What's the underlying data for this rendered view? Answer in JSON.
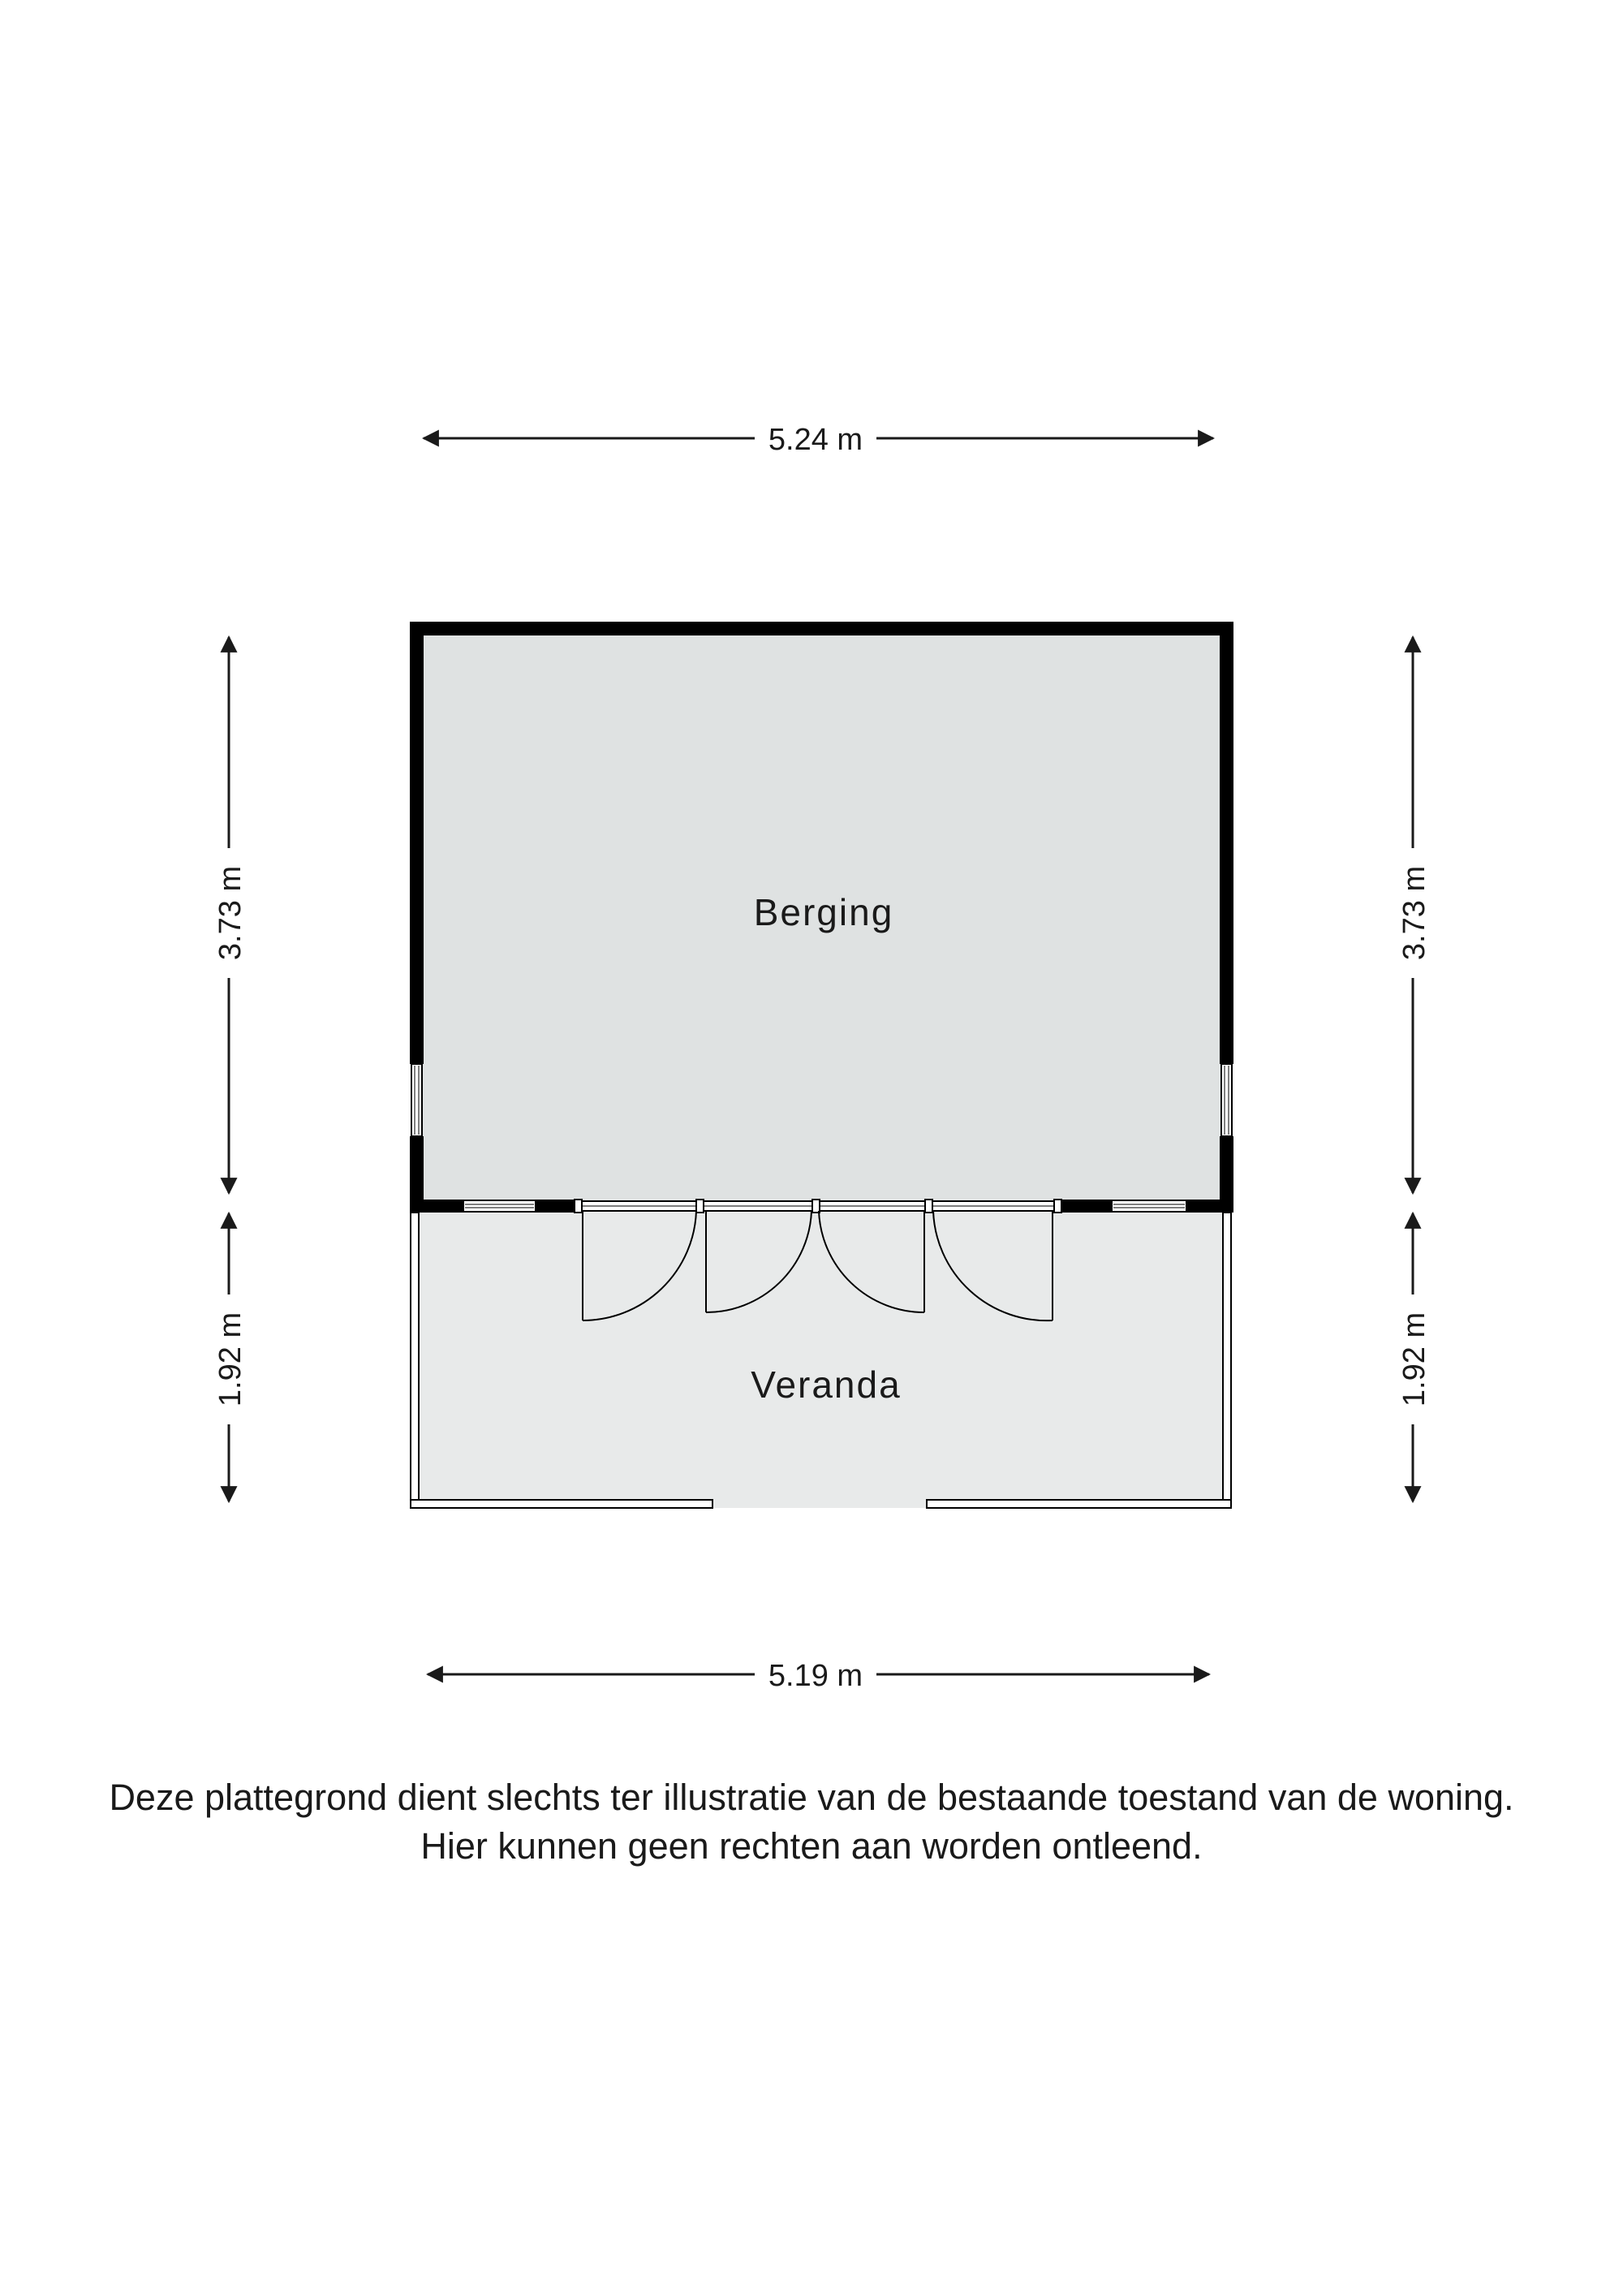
{
  "rooms": {
    "berging": "Berging",
    "veranda": "Veranda"
  },
  "dimensions": {
    "top_width": "5.24 m",
    "bottom_width": "5.19 m",
    "left_upper_height": "3.73 m",
    "left_lower_height": "1.92 m",
    "right_upper_height": "3.73 m",
    "right_lower_height": "1.92 m"
  },
  "disclaimer": {
    "line1": "Deze plattegrond dient slechts ter illustratie van de bestaande toestand van de woning.",
    "line2": "Hier kunnen geen rechten aan worden ontleend."
  },
  "colors": {
    "berging_fill": "#dfe2e2",
    "veranda_fill": "#e8eaea",
    "wall": "#000000",
    "dimension_line": "#1a1a1a"
  }
}
